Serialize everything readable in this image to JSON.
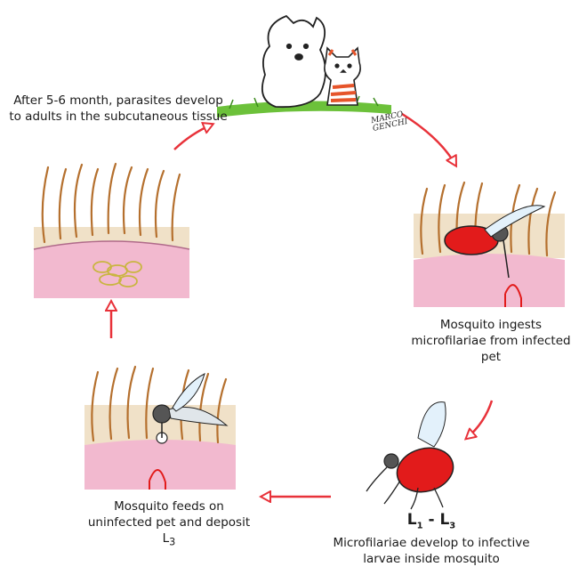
{
  "labels": {
    "adults": "After 5-6 month, parasites develop to adults in the subcutaneous tissue",
    "ingests": "Mosquito ingests microfilariae from infected pet",
    "feeds": "Mosquito feeds on uninfected pet and deposit L",
    "feeds_sub": "3",
    "stage_l1": "L",
    "stage_l1_sub": "1",
    "stage_sep": " - L",
    "stage_l3_sub": "3",
    "develop": "Microfilariae develop to infective larvae inside mosquito"
  },
  "signature": "MARCO GENCHI",
  "colors": {
    "arrow": "#e8323a",
    "skin": "#f2b9cf",
    "fur": "#b5702e",
    "mosquito": "#e21b1b",
    "grass": "#6cc13a",
    "cat_stripe": "#e6542a"
  }
}
